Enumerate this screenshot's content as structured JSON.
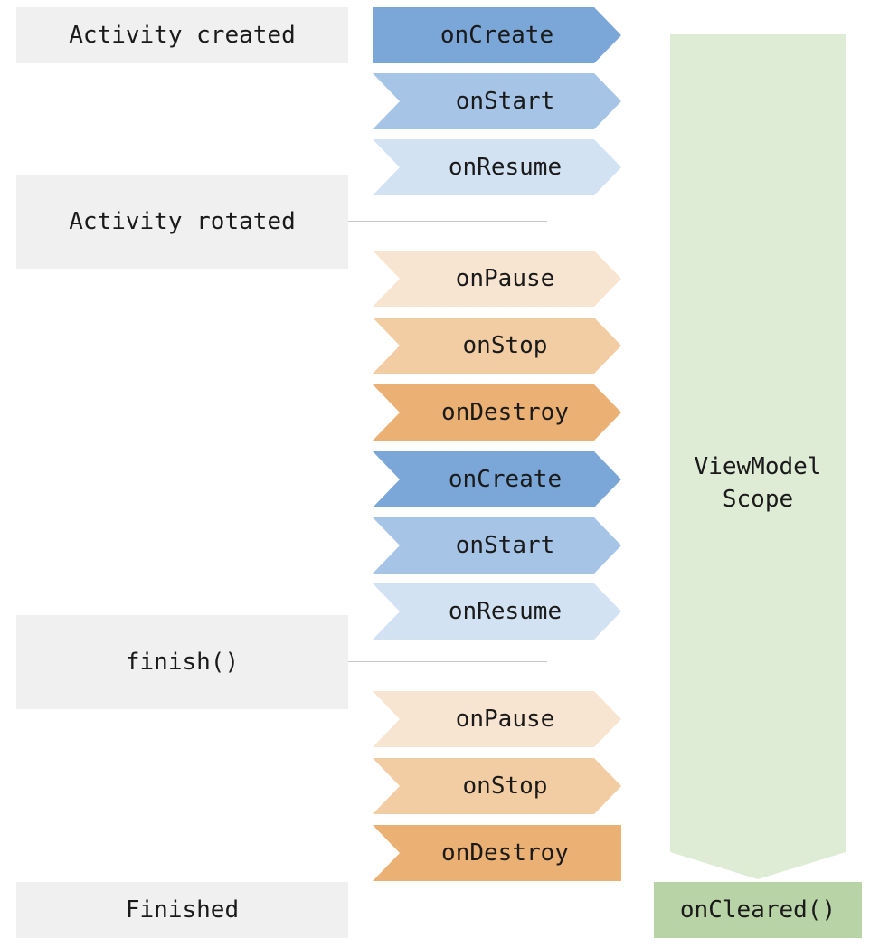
{
  "events": [
    {
      "label": "Activity created"
    },
    {
      "label": "Activity rotated"
    },
    {
      "label": "finish()"
    },
    {
      "label": "Finished"
    }
  ],
  "lifecycle": [
    {
      "label": "onCreate",
      "color": "#7aa7d8"
    },
    {
      "label": "onStart",
      "color": "#a6c4e6"
    },
    {
      "label": "onResume",
      "color": "#d3e2f2"
    },
    {
      "label": "onPause",
      "color": "#f8e5d1"
    },
    {
      "label": "onStop",
      "color": "#f2cda3"
    },
    {
      "label": "onDestroy",
      "color": "#ebb073"
    },
    {
      "label": "onCreate",
      "color": "#7aa7d8"
    },
    {
      "label": "onStart",
      "color": "#a6c4e6"
    },
    {
      "label": "onResume",
      "color": "#d3e2f2"
    },
    {
      "label": "onPause",
      "color": "#f8e5d1"
    },
    {
      "label": "onStop",
      "color": "#f2cda3"
    },
    {
      "label": "onDestroy",
      "color": "#ebb073"
    }
  ],
  "viewmodel": {
    "scope_label": "ViewModel\nScope",
    "scope_color": "#deebd5",
    "cleared_label": "onCleared()",
    "cleared_color": "#b8d3a6"
  }
}
